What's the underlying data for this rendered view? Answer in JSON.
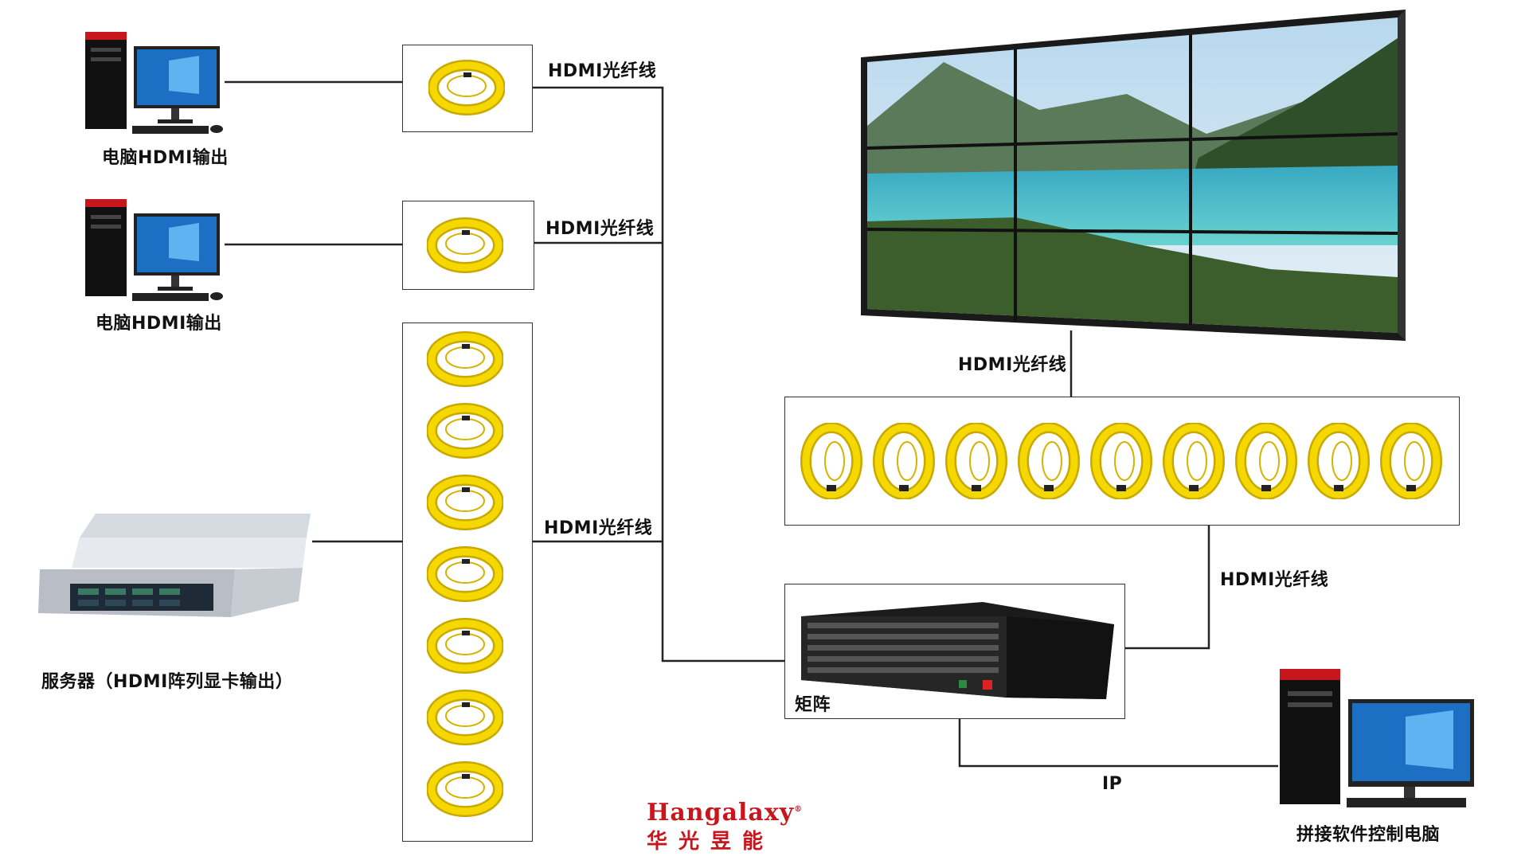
{
  "labels": {
    "pc1": "电脑HDMI输出",
    "pc2": "电脑HDMI输出",
    "server": "服务器（HDMI阵列显卡输出）",
    "cable1": "HDMI光纤线",
    "cable2": "HDMI光纤线",
    "cable3": "HDMI光纤线",
    "cable_wall": "HDMI光纤线",
    "cable_matrix": "HDMI光纤线",
    "matrix": "矩阵",
    "ip": "IP",
    "control_pc": "拼接软件控制电脑"
  },
  "logo": {
    "en": "Hangalaxy",
    "mark": "®",
    "cn": "华光昱能",
    "color": "#c8161d"
  },
  "colors": {
    "cable": "#f5d800",
    "cable_dark": "#c9a800",
    "line": "#222222",
    "screen_sky": "#9ecae6",
    "lake": "#3fb8c4"
  },
  "icons": [
    "desktop-computer-icon",
    "rack-server-icon",
    "fiber-cable-coil-icon",
    "video-wall-icon",
    "matrix-switcher-icon"
  ]
}
